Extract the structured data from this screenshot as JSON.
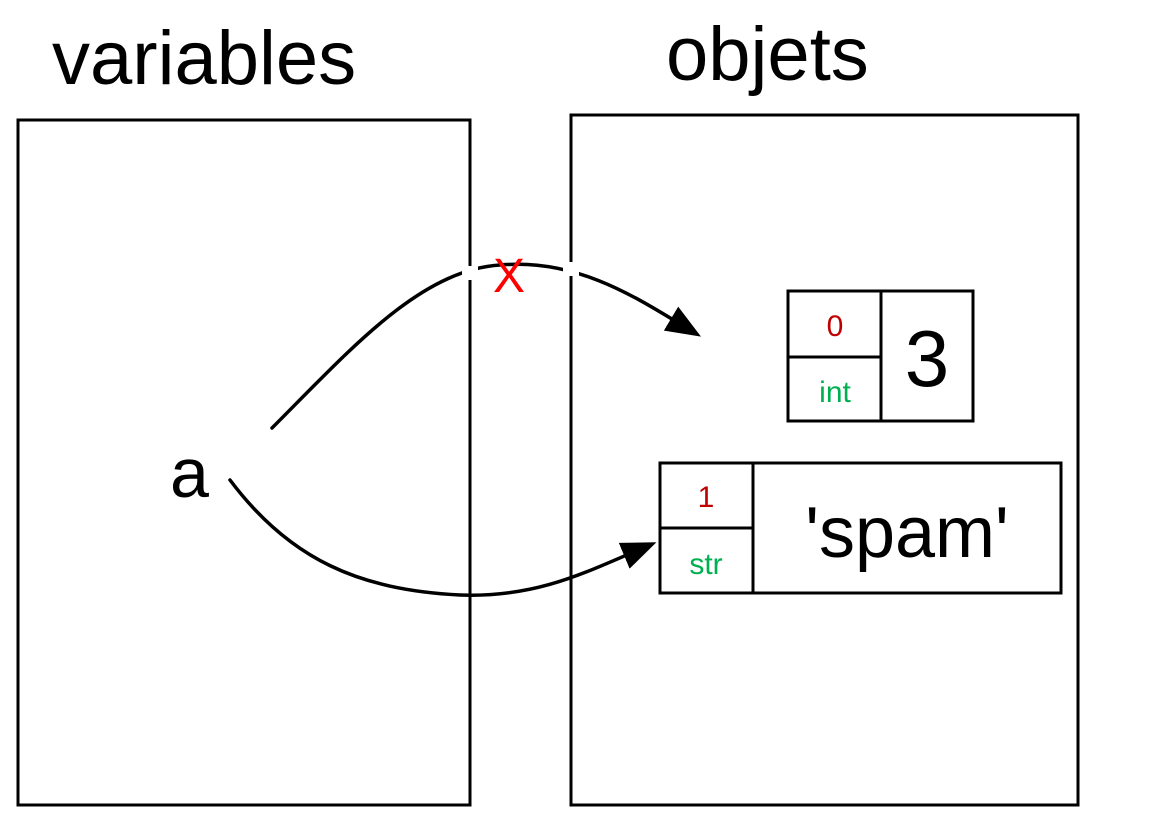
{
  "headings": {
    "variables": "variables",
    "objects": "objets"
  },
  "variable": {
    "name": "a"
  },
  "objects": [
    {
      "refcount": "0",
      "type": "int",
      "value": "3"
    },
    {
      "refcount": "1",
      "type": "str",
      "value": "'spam'"
    }
  ],
  "cross_mark": "X",
  "colors": {
    "refcount": "#c00000",
    "type": "#00b050",
    "cross": "#ff0000",
    "line": "#000000"
  }
}
